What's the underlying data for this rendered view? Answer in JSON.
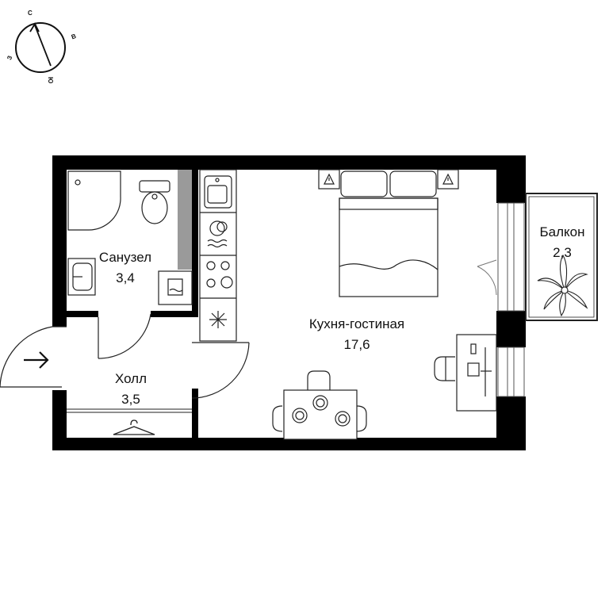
{
  "compass": {
    "north": "С",
    "east": "В",
    "south": "Ю",
    "west": "З"
  },
  "rooms": {
    "bathroom": {
      "name": "Санузел",
      "area": "3,4"
    },
    "hall": {
      "name": "Холл",
      "area": "3,5"
    },
    "living": {
      "name": "Кухня-гостиная",
      "area": "17,6"
    },
    "balcony": {
      "name": "Балкон",
      "area": "2,3"
    }
  },
  "colors": {
    "wall": "#000000",
    "accent_gray": "#9a9a9a",
    "line": "#222222"
  },
  "icons": [
    "compass-icon",
    "entrance-arrow-icon",
    "shower-icon",
    "toilet-icon",
    "sink-icon",
    "washing-machine-icon",
    "kitchen-sink-icon",
    "dishwasher-icon",
    "stove-icon",
    "fridge-icon",
    "bed-icon",
    "nightstand-icon",
    "table-icon",
    "chair-icon",
    "desk-icon",
    "plant-icon",
    "hanger-icon"
  ]
}
